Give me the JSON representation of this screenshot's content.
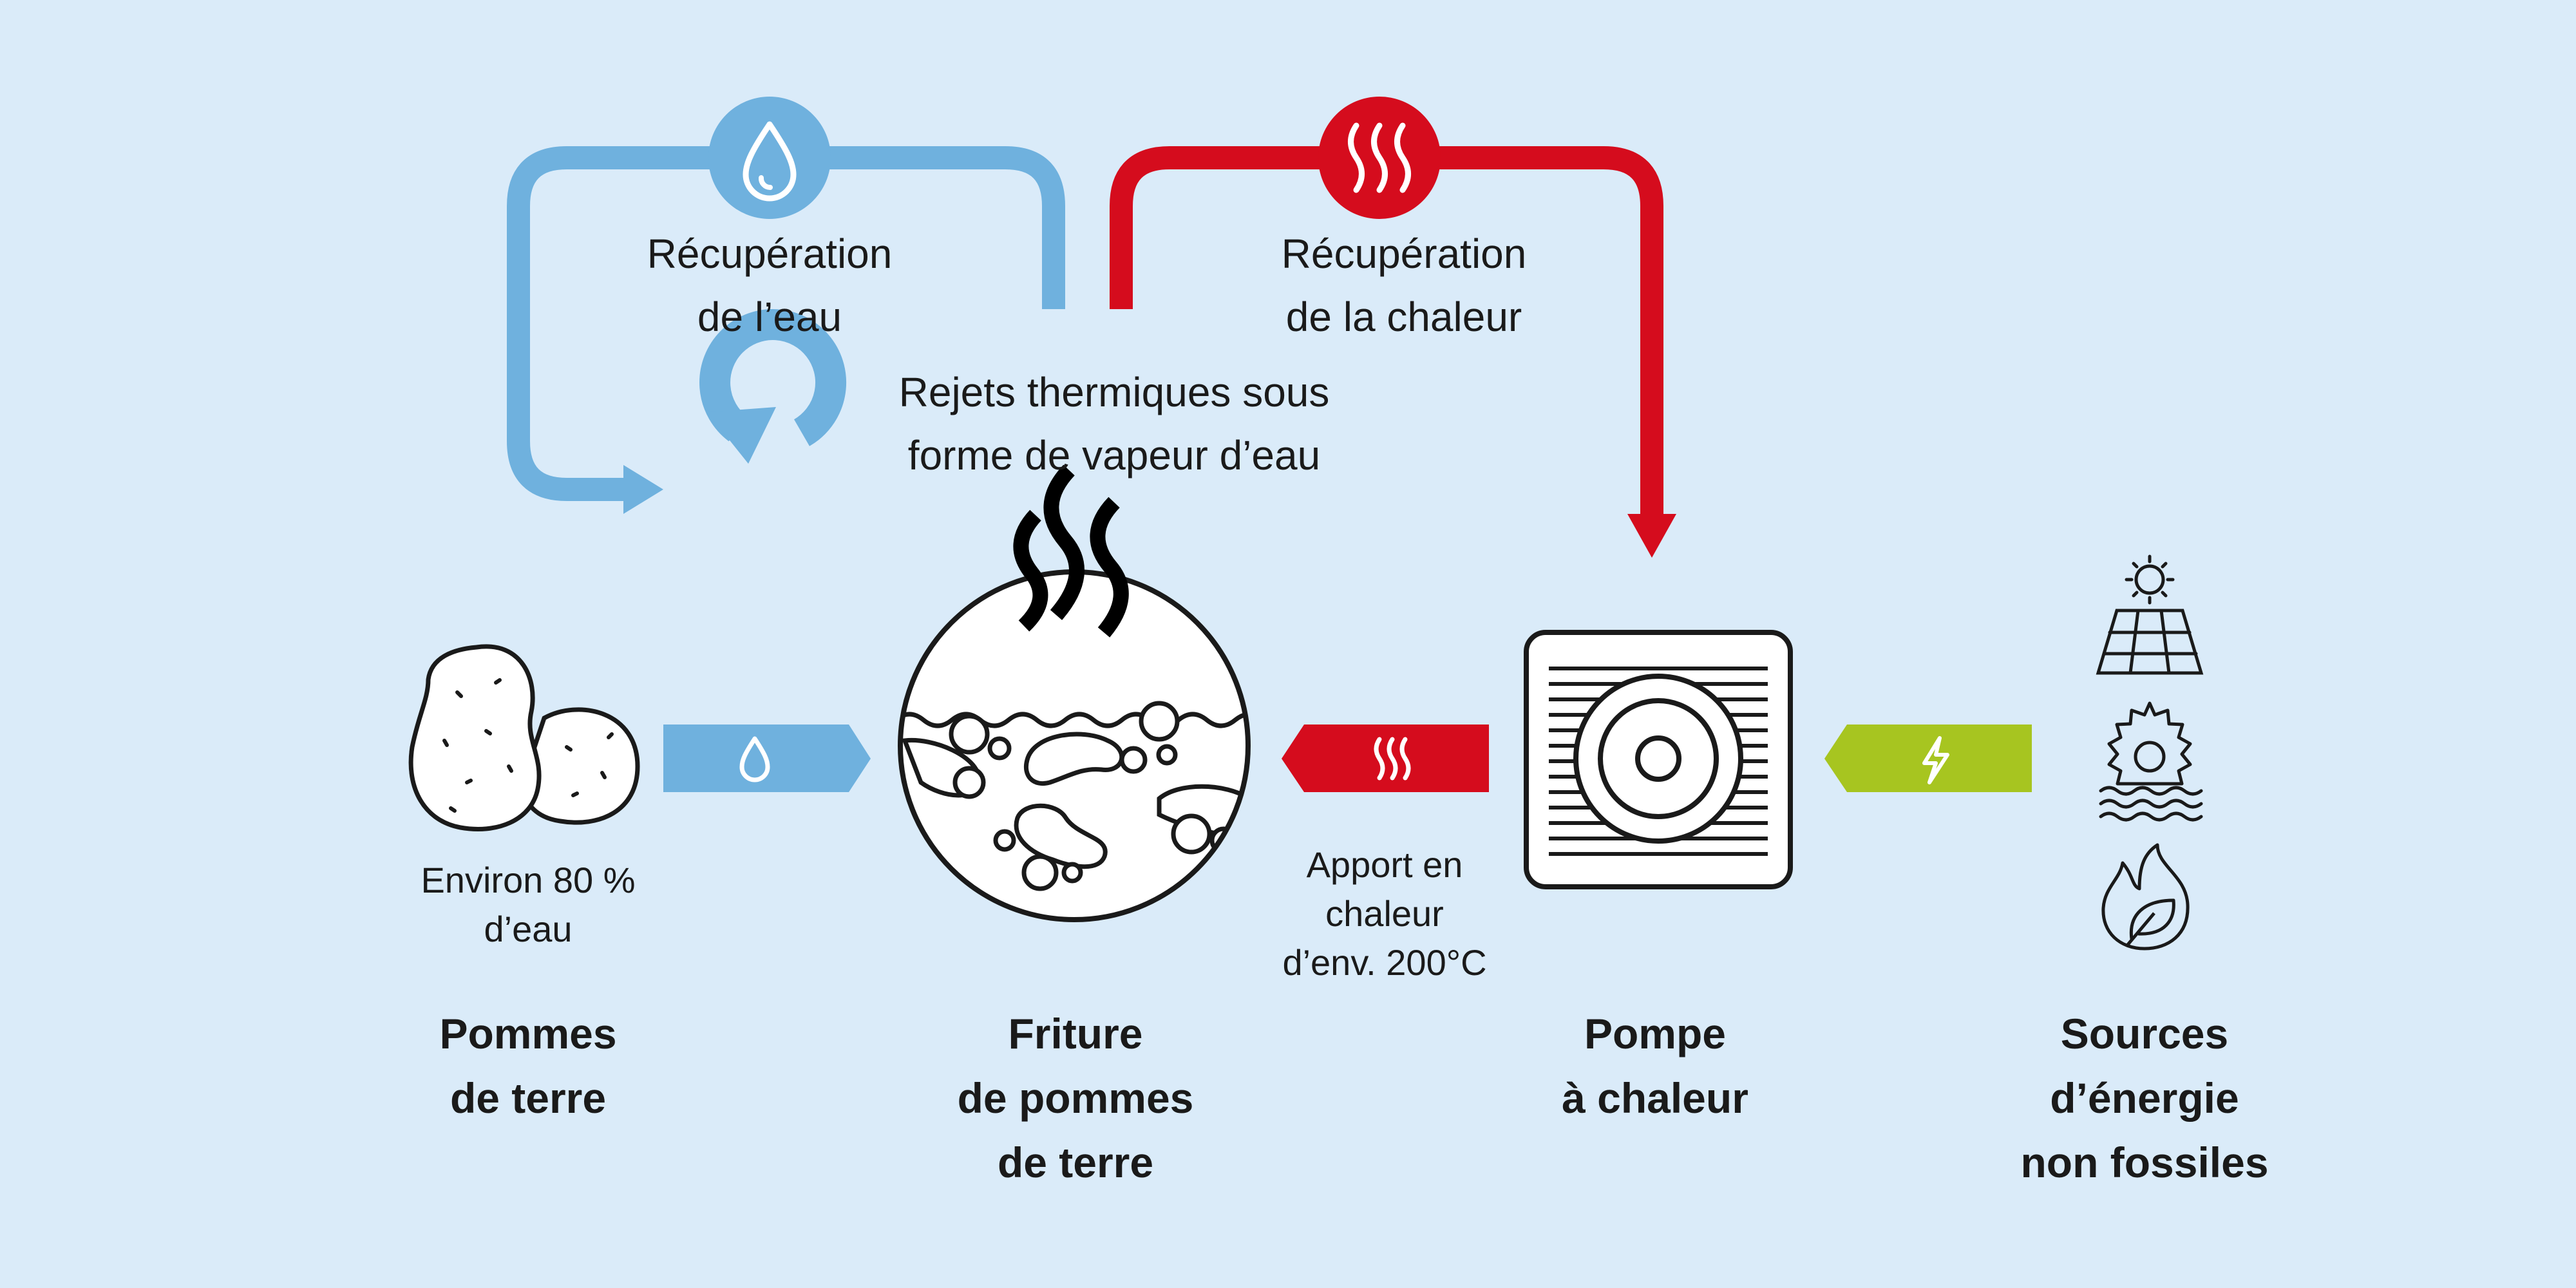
{
  "colors": {
    "background": "#daebf9",
    "water_blue": "#6fb1de",
    "heat_red": "#d50c1d",
    "energy_green": "#a7c520",
    "ink": "#1a1a1a"
  },
  "loops": {
    "water_recovery": {
      "line1": "Récupération",
      "line2": "de l’eau",
      "icon": "water-drop-icon"
    },
    "heat_recovery": {
      "line1": "Récupération",
      "line2": "de la chaleur",
      "icon": "heat-waves-icon"
    }
  },
  "thermal_rejects": {
    "line1": "Rejets thermiques sous",
    "line2": "forme de vapeur d’eau"
  },
  "potatoes": {
    "note_line1": "Environ 80 %",
    "note_line2": "d’eau",
    "title_line1": "Pommes",
    "title_line2": "de terre"
  },
  "fryer": {
    "title_line1": "Friture",
    "title_line2": "de pommes",
    "title_line3": "de terre"
  },
  "heat_input": {
    "line1": "Apport en",
    "line2": "chaleur",
    "line3": "d’env. 200°C"
  },
  "heat_pump": {
    "title_line1": "Pompe",
    "title_line2": "à chaleur"
  },
  "energy_sources": {
    "title_line1": "Sources",
    "title_line2": "d’énergie",
    "title_line3": "non fossiles",
    "icons": [
      "solar-panel-icon",
      "water-turbine-icon",
      "biomass-flame-icon"
    ]
  }
}
